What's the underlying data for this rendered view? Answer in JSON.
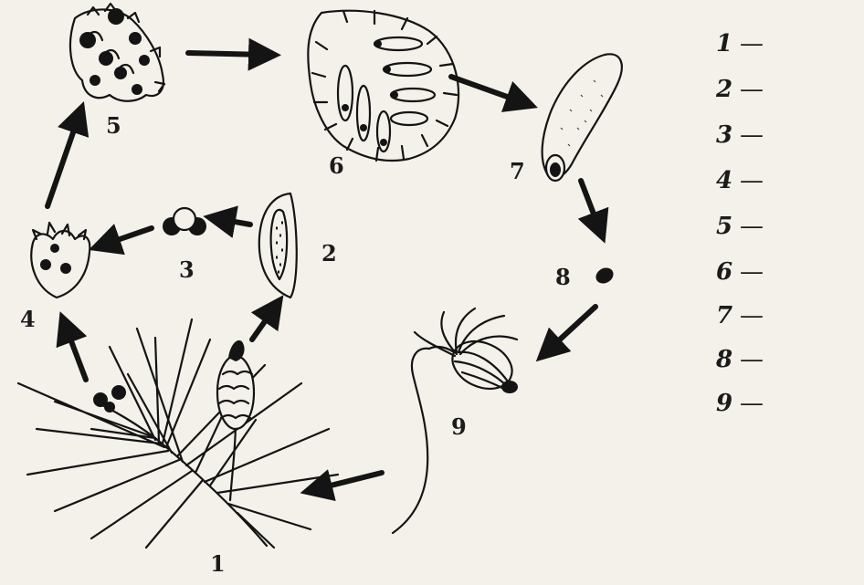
{
  "diagram": {
    "stage_labels": {
      "s1": "1",
      "s2": "2",
      "s3": "3",
      "s4": "4",
      "s5": "5",
      "s6": "6",
      "s7": "7",
      "s8": "8",
      "s9": "9"
    },
    "answer_key": [
      {
        "number": "1",
        "blank": "—"
      },
      {
        "number": "2",
        "blank": "—"
      },
      {
        "number": "3",
        "blank": "—"
      },
      {
        "number": "4",
        "blank": "—"
      },
      {
        "number": "5",
        "blank": "—"
      },
      {
        "number": "6",
        "blank": "—"
      },
      {
        "number": "7",
        "blank": "—"
      },
      {
        "number": "8",
        "blank": "—"
      },
      {
        "number": "9",
        "blank": "—"
      }
    ],
    "colors": {
      "ink": "#141414",
      "paper": "#f3f1ea"
    },
    "icons": [
      "pine-branch-icon",
      "pollen-sac-icon",
      "pollen-grain-icon",
      "ovule-scale-icon",
      "young-cone-icon",
      "mature-cone-icon",
      "winged-seed-icon",
      "seed-icon",
      "seedling-icon"
    ]
  }
}
